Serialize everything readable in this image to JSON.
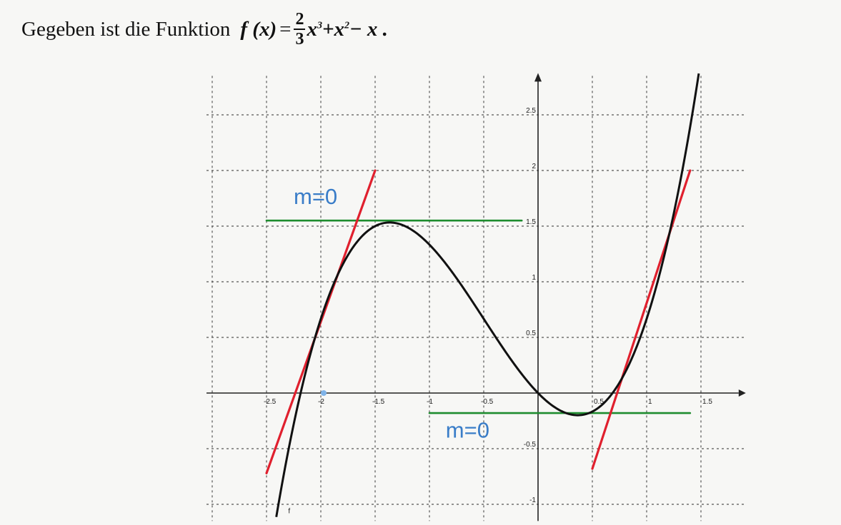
{
  "heading": {
    "lead": "Gegeben ist die Funktion",
    "f_of_x": "f (x)",
    "equals": "=",
    "frac_num": "2",
    "frac_den": "3",
    "term1": "x",
    "exp1": "3",
    "plus": " + ",
    "term2": "x",
    "exp2": "2",
    "tail": " − x ."
  },
  "chart_data": {
    "type": "line",
    "function": "f(x) = 2/3 x^3 + x^2 - x",
    "xlim": [
      -3.0,
      1.9
    ],
    "ylim": [
      -1.15,
      2.85
    ],
    "grid": true,
    "x_ticks": [
      {
        "value": -2.5,
        "label": "-2.5"
      },
      {
        "value": -2,
        "label": "-2"
      },
      {
        "value": -1.5,
        "label": "-1.5"
      },
      {
        "value": -1,
        "label": "-1"
      },
      {
        "value": -0.5,
        "label": "-0.5"
      },
      {
        "value": 0.5,
        "label": "0.5"
      },
      {
        "value": 1,
        "label": "1"
      },
      {
        "value": 1.5,
        "label": "1.5"
      }
    ],
    "y_ticks": [
      {
        "value": 2.5,
        "label": "2.5"
      },
      {
        "value": 2,
        "label": "2"
      },
      {
        "value": 1.5,
        "label": "1.5"
      },
      {
        "value": 1,
        "label": "1"
      },
      {
        "value": 0.5,
        "label": "0.5"
      },
      {
        "value": -0.5,
        "label": "-0.5"
      },
      {
        "value": -1,
        "label": "-1"
      }
    ],
    "curve_label": "f",
    "curve_color": "#111111",
    "marker": {
      "x": -2.0,
      "y": 0.0,
      "color": "#7fb3e8"
    },
    "tangent_lines": [
      {
        "name": "horizontal-max",
        "color": "#1e8c2e",
        "x": [
          -2.5,
          -0.15
        ],
        "y": [
          1.55,
          1.55
        ]
      },
      {
        "name": "horizontal-min",
        "color": "#1e8c2e",
        "x": [
          -1.0,
          1.4
        ],
        "y": [
          -0.18,
          -0.18
        ]
      },
      {
        "name": "steep-left",
        "color": "#e0202e",
        "x": [
          -2.5,
          -1.5
        ],
        "y": [
          -0.72,
          2.0
        ]
      },
      {
        "name": "steep-right",
        "color": "#e0202e",
        "x": [
          0.5,
          1.4
        ],
        "y": [
          -0.68,
          2.0
        ]
      }
    ],
    "annotations": [
      {
        "text": "m=0",
        "x": -2.25,
        "y": 1.7
      },
      {
        "text": "m=0",
        "x": -0.85,
        "y": -0.4
      }
    ]
  }
}
